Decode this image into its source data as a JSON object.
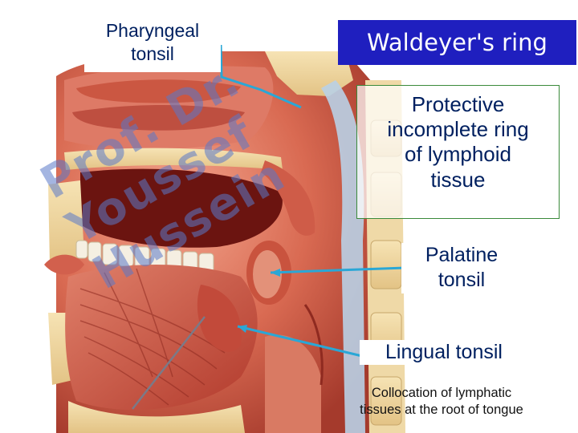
{
  "title": "Waldeyer's ring",
  "labels": {
    "pharyngeal": "Pharyngeal\ntonsil",
    "protective": "Protective\nincomplete ring\nof lymphoid\ntissue",
    "palatine": "Palatine\ntonsil",
    "lingual": "Lingual tonsil",
    "caption": "Collocation of lymphatic\ntissues at the root of tongue"
  },
  "watermark": "Prof. Dr. Youssef Hussein",
  "colors": {
    "label_text": "#002060",
    "title_bg": "#1f1fbf",
    "pointer_line": "#2aa7d6",
    "box_border": "#3a8a3a"
  }
}
